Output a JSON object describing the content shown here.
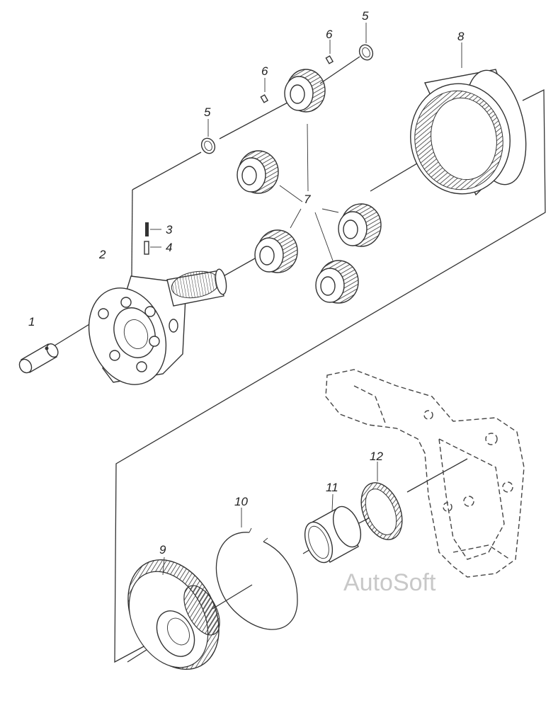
{
  "watermark": "AutoSoft",
  "callouts": {
    "c1": "1",
    "c2": "2",
    "c3": "3",
    "c4": "4",
    "c5a": "5",
    "c5b": "5",
    "c6a": "6",
    "c6b": "6",
    "c7": "7",
    "c8": "8",
    "c9": "9",
    "c10": "10",
    "c11": "11",
    "c12": "12"
  },
  "colors": {
    "line": "#333333",
    "watermark": "#c8c8c8",
    "background": "#ffffff"
  }
}
